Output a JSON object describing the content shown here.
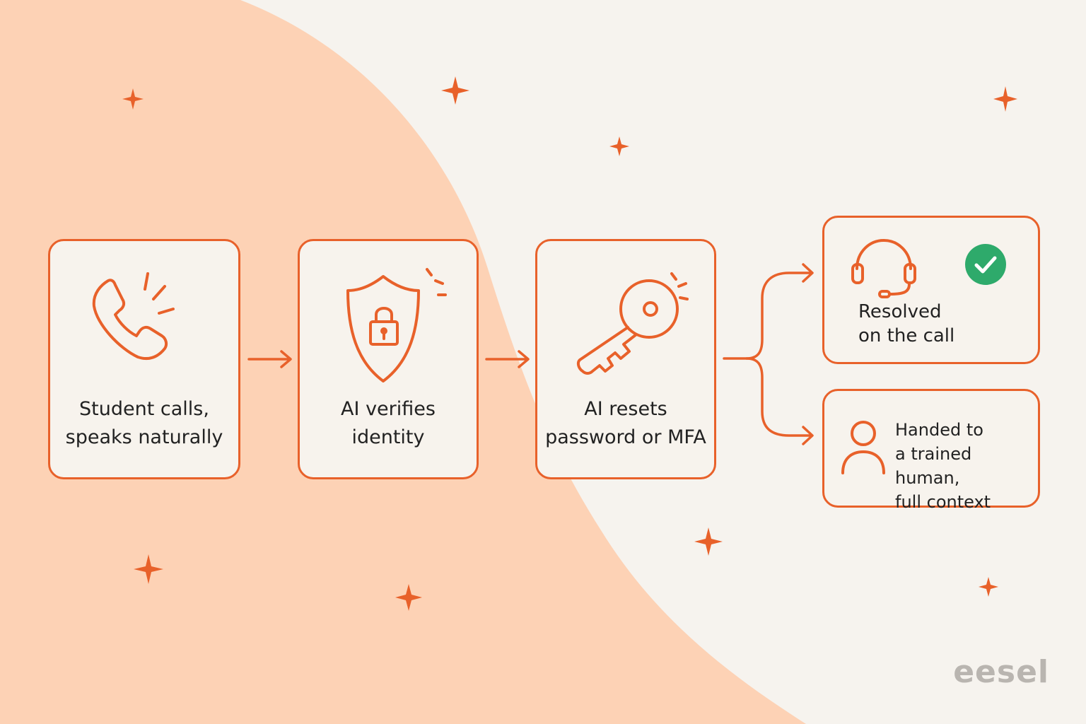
{
  "steps": [
    {
      "label": "Student calls,\nspeaks naturally",
      "icon": "phone-ringing-icon"
    },
    {
      "label": "AI verifies\nidentity",
      "icon": "shield-lock-icon"
    },
    {
      "label": "AI resets\npassword or MFA",
      "icon": "key-icon"
    }
  ],
  "outcomes": [
    {
      "label": "Resolved\non the call",
      "icon": "headset-icon",
      "badge_icon": "check-circle-icon"
    },
    {
      "label": "Handed to\na trained human,\nfull context",
      "icon": "person-icon"
    }
  ],
  "brand": {
    "logo": "eesel"
  },
  "colors": {
    "accent": "#e8612a",
    "blob": "#fdd2b5",
    "background": "#f6f3ee",
    "check": "#2eaa6b"
  }
}
